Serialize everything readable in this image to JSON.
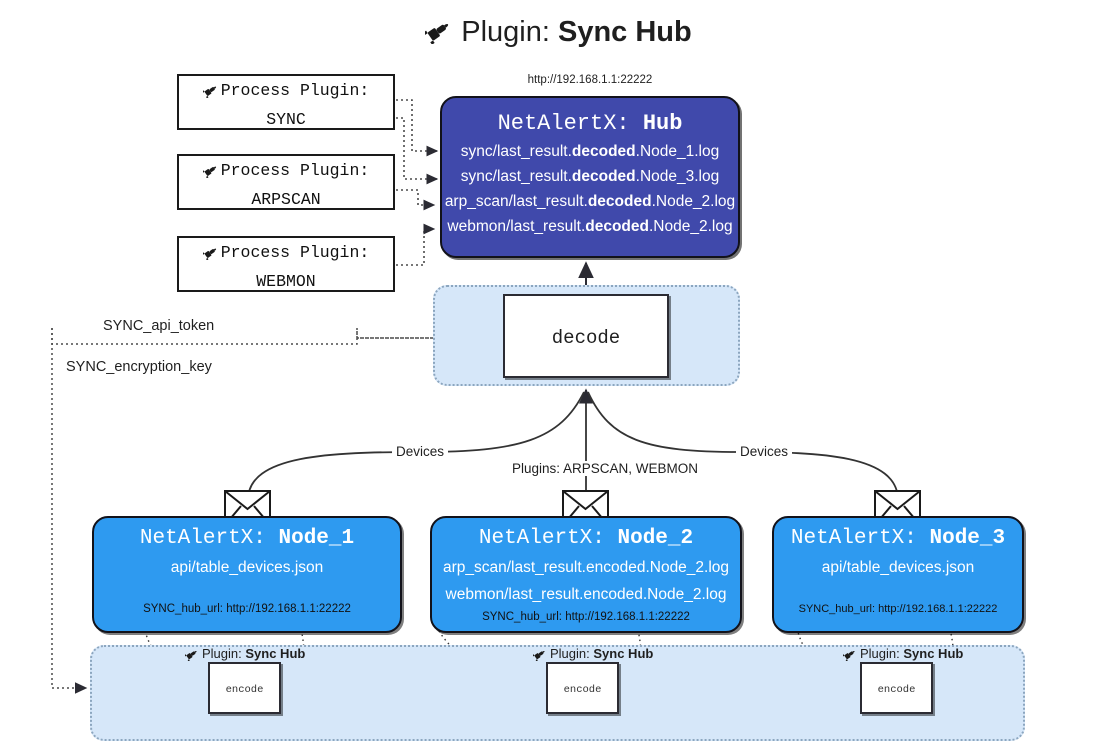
{
  "title": {
    "icon": "plug-icon",
    "prefix": "Plugin:",
    "name": "Sync Hub"
  },
  "process_plugins": [
    {
      "icon": "plug-icon",
      "line1": "Process Plugin:",
      "line2": "SYNC"
    },
    {
      "icon": "plug-icon",
      "line1": "Process Plugin:",
      "line2": "ARPSCAN"
    },
    {
      "icon": "plug-icon",
      "line1": "Process Plugin:",
      "line2": "WEBMON"
    }
  ],
  "hub": {
    "url": "http://192.168.1.1:22222",
    "title_prefix": "NetAlertX:",
    "title_name": "Hub",
    "color": "#4049ab",
    "logs": [
      {
        "pre": "sync/last_result.",
        "bold": "decoded",
        "post": ".Node_1.log"
      },
      {
        "pre": "sync/last_result.",
        "bold": "decoded",
        "post": ".Node_3.log"
      },
      {
        "pre": "arp_scan/last_result.",
        "bold": "decoded",
        "post": ".Node_2.log"
      },
      {
        "pre": "webmon/last_result.",
        "bold": "decoded",
        "post": ".Node_2.log"
      }
    ]
  },
  "decode": {
    "label": "decode",
    "region_color": "#d6e7f9"
  },
  "tokens": [
    {
      "label": "SYNC_api_token"
    },
    {
      "label": "SYNC_encryption_key"
    }
  ],
  "edge_labels": {
    "devices_left": "Devices",
    "plugins_center": "Plugins: ARPSCAN, WEBMON",
    "devices_right": "Devices"
  },
  "nodes": [
    {
      "title_prefix": "NetAlertX:",
      "title_name": "Node_1",
      "color": "#2e9af0",
      "lines": [
        "api/table_devices.json"
      ],
      "footer": "SYNC_hub_url: http://192.168.1.1:22222",
      "envelope_icon": "envelope-icon"
    },
    {
      "title_prefix": "NetAlertX:",
      "title_name": "Node_2",
      "color": "#2e9af0",
      "lines": [
        "arp_scan/last_result.encoded.Node_2.log",
        "webmon/last_result.encoded.Node_2.log"
      ],
      "footer": "SYNC_hub_url: http://192.168.1.1:22222",
      "envelope_icon": "envelope-icon"
    },
    {
      "title_prefix": "NetAlertX:",
      "title_name": "Node_3",
      "color": "#2e9af0",
      "lines": [
        "api/table_devices.json"
      ],
      "footer": "SYNC_hub_url: http://192.168.1.1:22222",
      "envelope_icon": "envelope-icon"
    }
  ],
  "encoders": [
    {
      "icon": "plug-icon",
      "label_prefix": "Plugin:",
      "label_name": "Sync Hub",
      "box_label": "encode"
    },
    {
      "icon": "plug-icon",
      "label_prefix": "Plugin:",
      "label_name": "Sync Hub",
      "box_label": "encode"
    },
    {
      "icon": "plug-icon",
      "label_prefix": "Plugin:",
      "label_name": "Sync Hub",
      "box_label": "encode"
    }
  ]
}
